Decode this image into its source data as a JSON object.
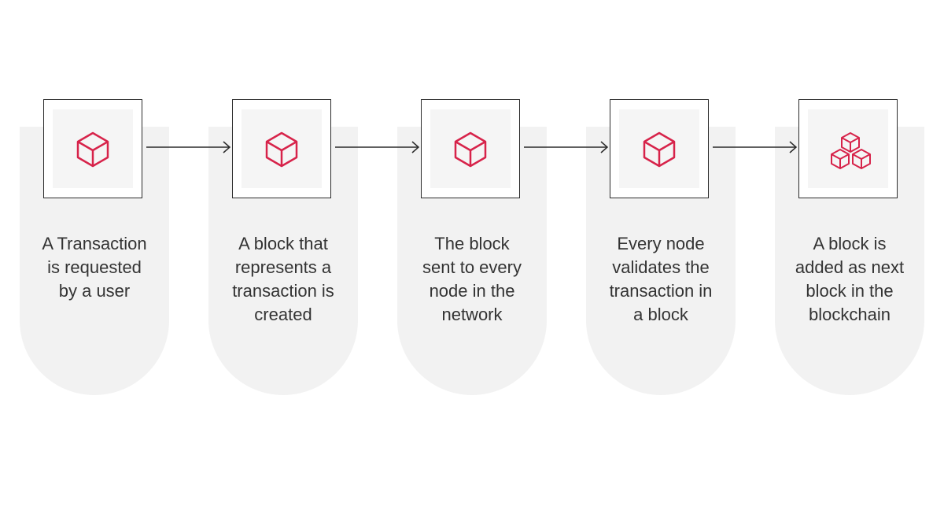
{
  "accent_color": "#d7234a",
  "steps": [
    {
      "label": "A Transaction\nis requested\nby a user",
      "icon": "cube-icon"
    },
    {
      "label": "A block that\nrepresents a\ntransaction is\ncreated",
      "icon": "cube-icon"
    },
    {
      "label": "The block\nsent to every\nnode in the\nnetwork",
      "icon": "cube-icon"
    },
    {
      "label": "Every node\nvalidates the\ntransaction in\na block",
      "icon": "cube-icon"
    },
    {
      "label": "A block is\nadded as next\nblock in the\nblockchain",
      "icon": "stacked-cubes-icon"
    }
  ]
}
